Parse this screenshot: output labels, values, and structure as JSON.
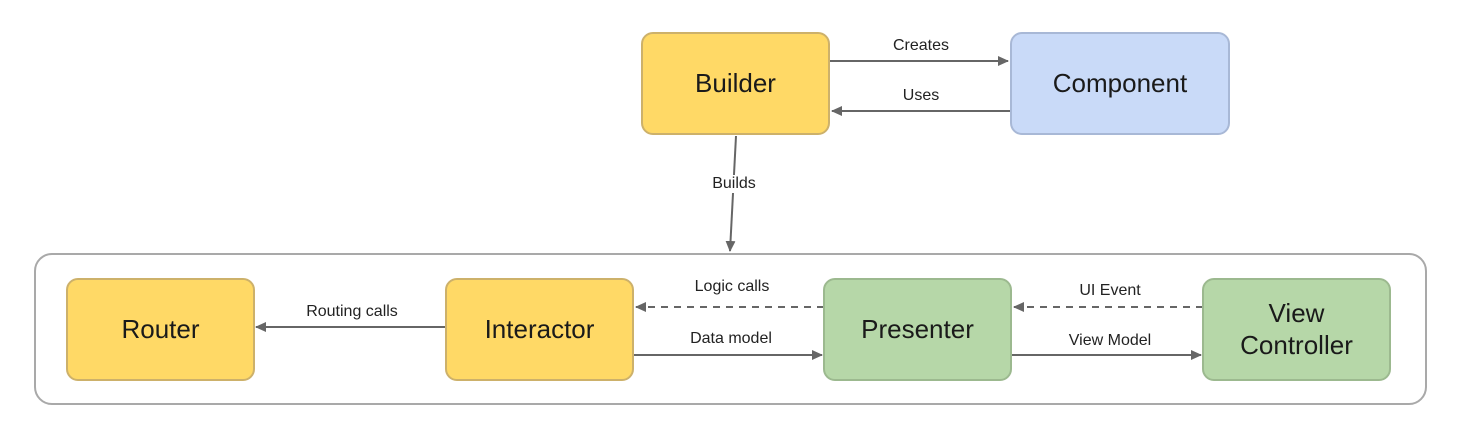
{
  "nodes": {
    "builder": "Builder",
    "component": "Component",
    "router": "Router",
    "interactor": "Interactor",
    "presenter": "Presenter",
    "view_controller": "View\nController"
  },
  "edges": {
    "creates": "Creates",
    "uses": "Uses",
    "builds": "Builds",
    "routing_calls": "Routing calls",
    "logic_calls": "Logic calls",
    "data_model": "Data model",
    "ui_event": "UI Event",
    "view_model": "View Model"
  },
  "colors": {
    "yellow": "#ffd966",
    "blue": "#c9daf8",
    "green": "#b6d7a8",
    "arrow": "#666666"
  }
}
